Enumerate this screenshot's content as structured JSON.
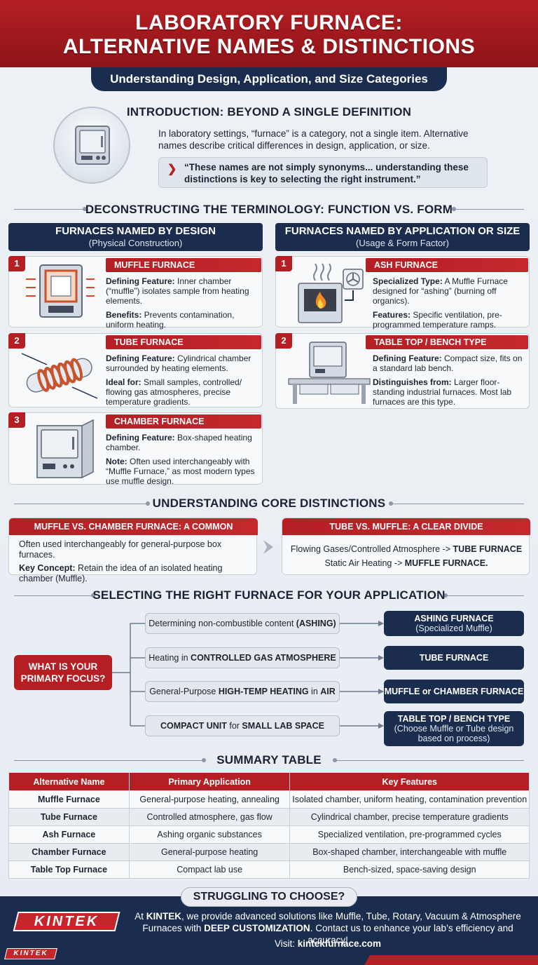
{
  "header": {
    "title_line1": "LABORATORY FURNACE:",
    "title_line2": "ALTERNATIVE NAMES & DISTINCTIONS",
    "subtitle": "Understanding Design, Application, and Size Categories"
  },
  "intro": {
    "title": "INTRODUCTION: BEYOND A SINGLE DEFINITION",
    "text": "In laboratory settings, “furnace” is a category, not a single item. Alternative names describe critical differences in design, application, or size.",
    "quote": "“These names are not simply synonyms... understanding these distinctions is key to selecting the right instrument.”"
  },
  "terminology": {
    "title": "DECONSTRUCTING THE TERMINOLOGY: FUNCTION VS. FORM",
    "design_col": {
      "title": "FURNACES NAMED BY DESIGN",
      "subtitle": "(Physical Construction)"
    },
    "app_col": {
      "title": "FURNACES NAMED BY APPLICATION OR SIZE",
      "subtitle": "(Usage & Form Factor)"
    },
    "design_cards": [
      {
        "num": "1",
        "title": "MUFFLE FURNACE",
        "l1": "Defining Feature:",
        "t1": " Inner chamber (“muffle”) isolates sample from heating elements.",
        "l2": "Benefits:",
        "t2": " Prevents contamination, uniform heating."
      },
      {
        "num": "2",
        "title": "TUBE FURNACE",
        "l1": "Defining Feature:",
        "t1": " Cylindrical chamber surrounded by heating elements.",
        "l2": "Ideal for:",
        "t2": " Small samples, controlled/ flowing gas atmospheres, precise temperature gradients."
      },
      {
        "num": "3",
        "title": "CHAMBER FURNACE",
        "l1": "Defining Feature:",
        "t1": " Box-shaped heating chamber.",
        "l2": "Note:",
        "t2": " Often used interchangeably with “Muffle Furnace,” as most modern types use muffle design."
      }
    ],
    "app_cards": [
      {
        "num": "1",
        "title": "ASH FURNACE",
        "l1": "Specialized Type:",
        "t1": " A Muffle Furnace designed for “ashing” (burning off organics).",
        "l2": "Features:",
        "t2": " Specific ventilation, pre-programmed temperature ramps."
      },
      {
        "num": "2",
        "title": "TABLE TOP / BENCH TYPE FURNACE",
        "l1": "Defining Feature:",
        "t1": " Compact size, fits on a standard lab bench.",
        "l2": "Distinguishes from:",
        "t2": " Larger floor-standing industrial furnaces. Most lab furnaces are this type."
      }
    ]
  },
  "distinctions": {
    "title": "UNDERSTANDING CORE DISTINCTIONS",
    "left": {
      "title": "MUFFLE VS. CHAMBER FURNACE: A COMMON CONFUSION",
      "text": "Often used interchangeably for general-purpose box furnaces.",
      "label": "Key Concept:",
      "label_text": " Retain the idea of an isolated heating chamber (Muffle)."
    },
    "right": {
      "title": "TUBE VS. MUFFLE: A CLEAR DIVIDE",
      "line1_pre": "Flowing Gases/Controlled Atmosphere -> ",
      "line1_bold": "TUBE FURNACE",
      "line2_pre": "Static Air Heating -> ",
      "line2_bold": "MUFFLE FURNACE."
    }
  },
  "selection": {
    "title": "SELECTING THE RIGHT FURNACE FOR YOUR APPLICATION",
    "focus": "WHAT IS YOUR PRIMARY FOCUS?",
    "options": [
      {
        "pre": "Determining non-combustible content ",
        "bold": "(ASHING)",
        "post": ""
      },
      {
        "pre": "Heating in ",
        "bold": "CONTROLLED GAS ATMOSPHERE",
        "post": ""
      },
      {
        "pre": "General-Purpose ",
        "bold": "HIGH-TEMP HEATING",
        "post": " in ",
        "bold2": "AIR"
      },
      {
        "pre": "",
        "bold": "COMPACT UNIT",
        "post": " for ",
        "bold2": "SMALL LAB SPACE"
      }
    ],
    "results": [
      {
        "main": "ASHING FURNACE",
        "sub": "(Specialized Muffle)"
      },
      {
        "main": "TUBE FURNACE",
        "sub": ""
      },
      {
        "main": "MUFFLE or CHAMBER FURNACE",
        "sub": ""
      },
      {
        "main": "TABLE TOP / BENCH TYPE",
        "sub": "(Choose Muffle or Tube design based on process)"
      }
    ]
  },
  "summary": {
    "title": "SUMMARY TABLE",
    "headers": [
      "Alternative Name",
      "Primary Application",
      "Key Features"
    ],
    "rows": [
      [
        "Muffle Furnace",
        "General-purpose heating, annealing",
        "Isolated chamber, uniform heating, contamination prevention"
      ],
      [
        "Tube Furnace",
        "Controlled atmosphere, gas flow",
        "Cylindrical chamber, precise temperature gradients"
      ],
      [
        "Ash Furnace",
        "Ashing organic substances",
        "Specialized ventilation, pre-programmed cycles"
      ],
      [
        "Chamber Furnace",
        "General-purpose heating",
        "Box-shaped chamber, interchangeable with muffle"
      ],
      [
        "Table Top Furnace",
        "Compact lab use",
        "Bench-sized, space-saving design"
      ]
    ]
  },
  "footer": {
    "title": "STRUGGLING TO CHOOSE?",
    "logo": "KINTEK",
    "text_pre": "At ",
    "text_brand": "KINTEK",
    "text_mid": ", we provide advanced solutions like Muffle, Tube, Rotary, Vacuum & Atmosphere Furnaces with ",
    "text_bold": "DEEP CUSTOMIZATION",
    "text_post": ". Contact us to enhance your lab’s efficiency and accuracy!",
    "visit_label": "Visit: ",
    "visit_url": "kintekfurnace.com",
    "mini_logo": "KINTEK"
  },
  "colors": {
    "brand_red": "#b51f24",
    "navy": "#1b2d4f"
  }
}
